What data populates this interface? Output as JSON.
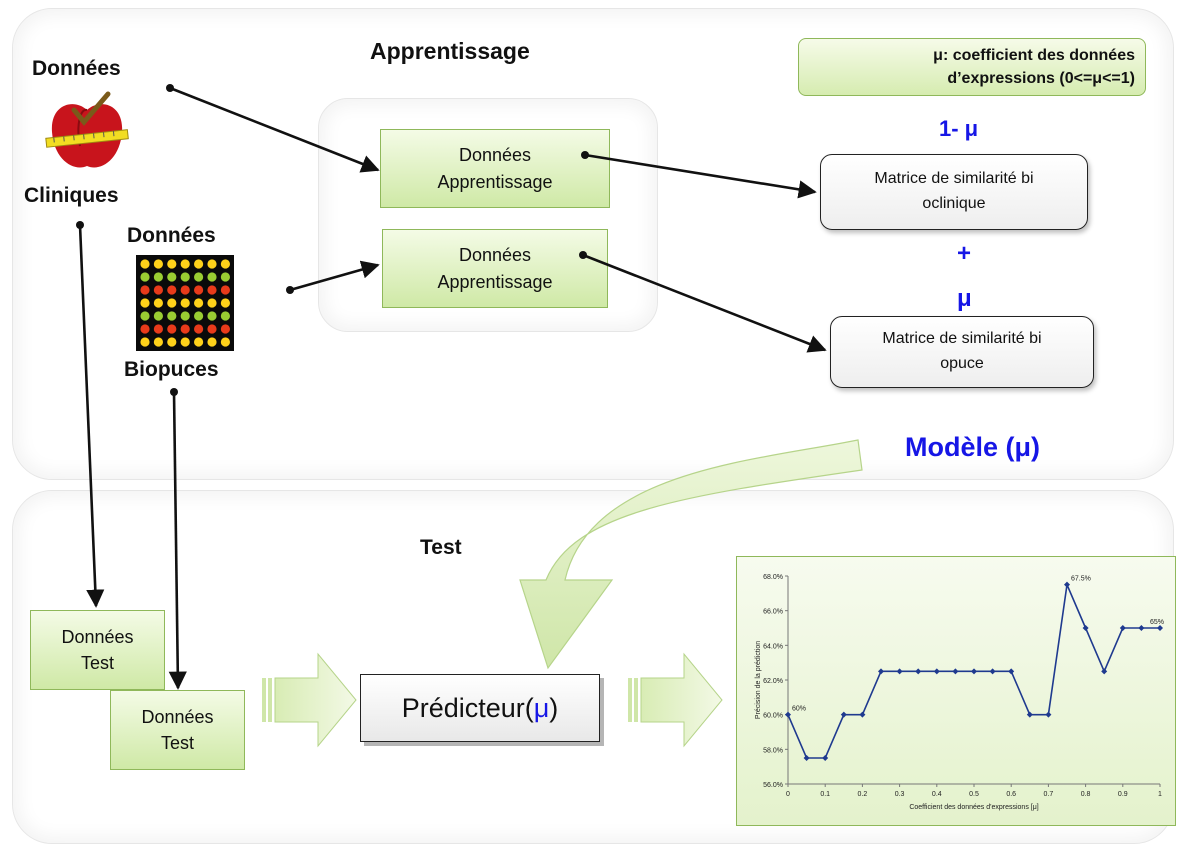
{
  "titles": {
    "apprentissage": "Apprentissage",
    "test": "Test"
  },
  "clinical": {
    "top": "Données",
    "bottom": "Cliniques",
    "icon": "apple-measuring-tape-icon"
  },
  "biochip": {
    "top": "Données",
    "bottom": "Biopuces",
    "icon": "microarray-grid-icon"
  },
  "training_box_1": "Données\nApprentissage",
  "training_box_2": "Données\nApprentissage",
  "matrix_clinical": "Matrice de similarité bi\noclinique",
  "matrix_chip": "Matrice de similarité bi\nopuce",
  "weight_clinical": "1- μ",
  "plus": "+",
  "weight_chip": "μ",
  "model": "Modèle (μ)",
  "legend": {
    "line1": "μ: coefficient des données",
    "line2": "d’expressions (0<=μ<=1)"
  },
  "test_box_1": "Données\nTest",
  "test_box_2": "Données\nTest",
  "predictor": {
    "text": "Prédicteur(",
    "mu": "μ",
    "close": ")"
  },
  "chart_data": {
    "type": "line",
    "x": [
      0,
      0.05,
      0.1,
      0.15,
      0.2,
      0.25,
      0.3,
      0.35,
      0.4,
      0.45,
      0.5,
      0.55,
      0.6,
      0.65,
      0.7,
      0.75,
      0.8,
      0.85,
      0.9,
      0.95,
      1
    ],
    "values": [
      60.0,
      57.5,
      57.5,
      60.0,
      60.0,
      62.5,
      62.5,
      62.5,
      62.5,
      62.5,
      62.5,
      62.5,
      62.5,
      60.0,
      60.0,
      67.5,
      65.0,
      62.5,
      65.0,
      65.0,
      65.0
    ],
    "xlabel": "Coefficient des données d'expressions [μ]",
    "ylabel": "Précision de la prédiction",
    "xlim": [
      0,
      1
    ],
    "ylim": [
      56,
      68
    ],
    "xticks": [
      "0",
      "0.1",
      "0.2",
      "0.3",
      "0.4",
      "0.5",
      "0.6",
      "0.7",
      "0.8",
      "0.9",
      "1"
    ],
    "yticks": [
      "56.0%",
      "58.0%",
      "60.0%",
      "62.0%",
      "64.0%",
      "66.0%",
      "68.0%"
    ],
    "annotations": [
      {
        "x": 0,
        "y": 60.0,
        "text": "60%"
      },
      {
        "x": 0.75,
        "y": 67.5,
        "text": "67.5%"
      },
      {
        "x": 1,
        "y": 65.0,
        "text": "65%"
      }
    ],
    "line_color": "#1f3a8f",
    "grid": false,
    "legend": "none"
  }
}
